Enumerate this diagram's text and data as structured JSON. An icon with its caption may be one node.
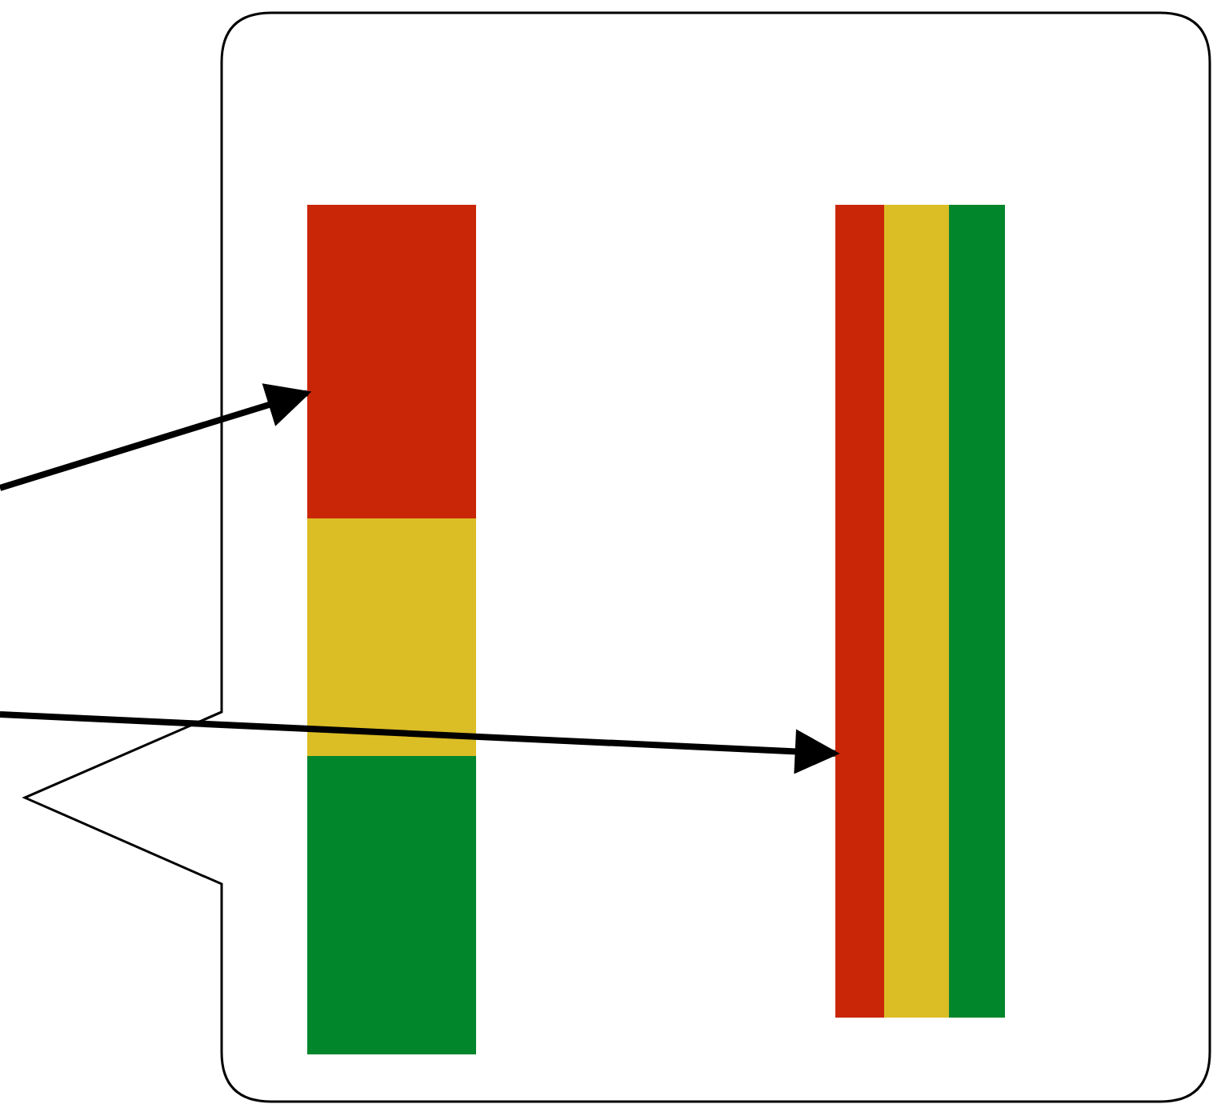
{
  "diagram": {
    "nodes": [
      {
        "text": [],
        "shape": "callout"
      },
      {
        "text": [],
        "shape": "bar",
        "in": 0
      },
      {
        "text": [],
        "shape": "box",
        "in": 1
      },
      {
        "text": [],
        "shape": "box",
        "in": 1
      },
      {
        "text": [],
        "shape": "box",
        "in": 1
      },
      {
        "text": [],
        "shape": "bar",
        "in": 0
      },
      {
        "text": [],
        "shape": "box",
        "in": 5
      },
      {
        "text": [],
        "shape": "box",
        "in": 5
      },
      {
        "text": [],
        "shape": "box",
        "in": 5
      }
    ],
    "edges": [
      {
        "from": null,
        "to": 2,
        "arrow": "to"
      },
      {
        "from": null,
        "to": 5,
        "arrow": "to"
      }
    ]
  }
}
